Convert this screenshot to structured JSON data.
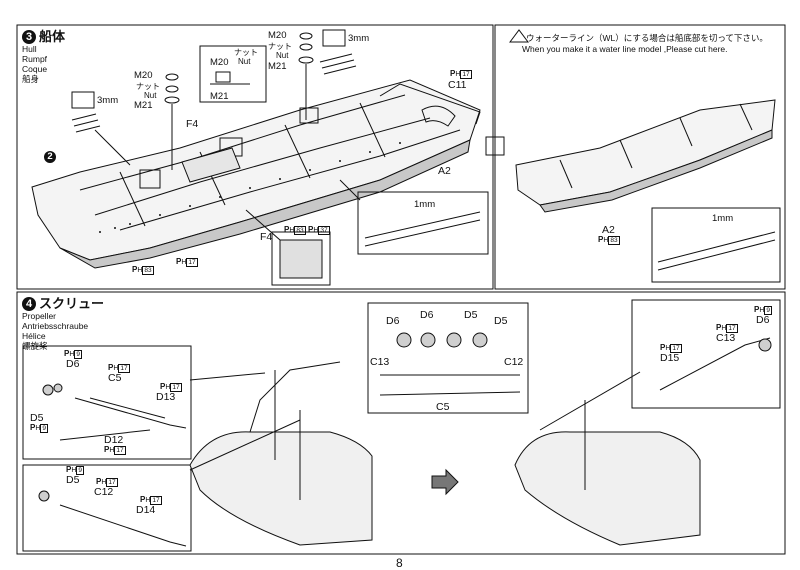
{
  "page_number": "8",
  "step3": {
    "number": "3",
    "title_jp": "船体",
    "title_en": "Hull",
    "title_de": "Rumpf",
    "title_fr": "Coque",
    "title_cn": "船身",
    "labels": {
      "m20_a": "M20",
      "nut_a_jp": "ナット",
      "nut_a": "Nut",
      "m21_a": "M21",
      "m20_b": "M20",
      "nut_b_jp": "ナット",
      "nut_b": "Nut",
      "m21_b": "M21",
      "m20_c": "M20",
      "nut_c_jp": "ナット",
      "nut_c": "Nut",
      "m21_c": "M21",
      "f4_a": "F4",
      "f4_b": "F4",
      "a2": "A2",
      "c11": "C11",
      "drill_a": "3mm",
      "drill_b": "3mm",
      "drill_c": "1mm",
      "circle_2": "2"
    },
    "tags": {
      "ph17_c11": "17",
      "ph83_hull": "83",
      "ph17_hull": "17",
      "ph83_f4": "83",
      "ph37_f4": "37",
      "ph_prefix": "P",
      "ph_sub": "H"
    }
  },
  "waterline": {
    "note_jp": "ウォーターライン（WL）にする場合は船底部を切って下さい。",
    "note_en": "When you make it a water line model ,Please cut here.",
    "a2": "A2",
    "ph83": "83",
    "drill": "1mm"
  },
  "step4": {
    "number": "4",
    "title_jp": "スクリュー",
    "title_en": "Propeller",
    "title_de": "Antriebsschraube",
    "title_fr": "Hélice",
    "title_cn": "螺旋桨",
    "labels": {
      "d6_a": "D6",
      "c5_a": "C5",
      "d13": "D13",
      "d5_a": "D5",
      "d12": "D12",
      "d5_b": "D5",
      "c12_b": "C12",
      "d14": "D14",
      "d6_c": "D6",
      "c13_c": "C13",
      "d15": "D15",
      "mid_d6a": "D6",
      "mid_d6b": "D6",
      "mid_d5a": "D5",
      "mid_d5b": "D5",
      "mid_c13": "C13",
      "mid_c12": "C12",
      "mid_c5": "C5"
    },
    "tags": {
      "ph9_d6": "9",
      "ph17_c5": "17",
      "ph17_d13": "17",
      "ph9_d5": "9",
      "ph17_d12": "17",
      "ph9_d5b": "9",
      "ph17_c12": "17",
      "ph17_d14": "17",
      "ph9_d6c": "9",
      "ph17_c13": "17",
      "ph17_d15": "17"
    }
  },
  "colors": {
    "ink": "#111111",
    "hull_fill": "#dcdcdc",
    "bottom_fill": "#bdbdbd",
    "prop_fill": "#cfcfcf"
  }
}
